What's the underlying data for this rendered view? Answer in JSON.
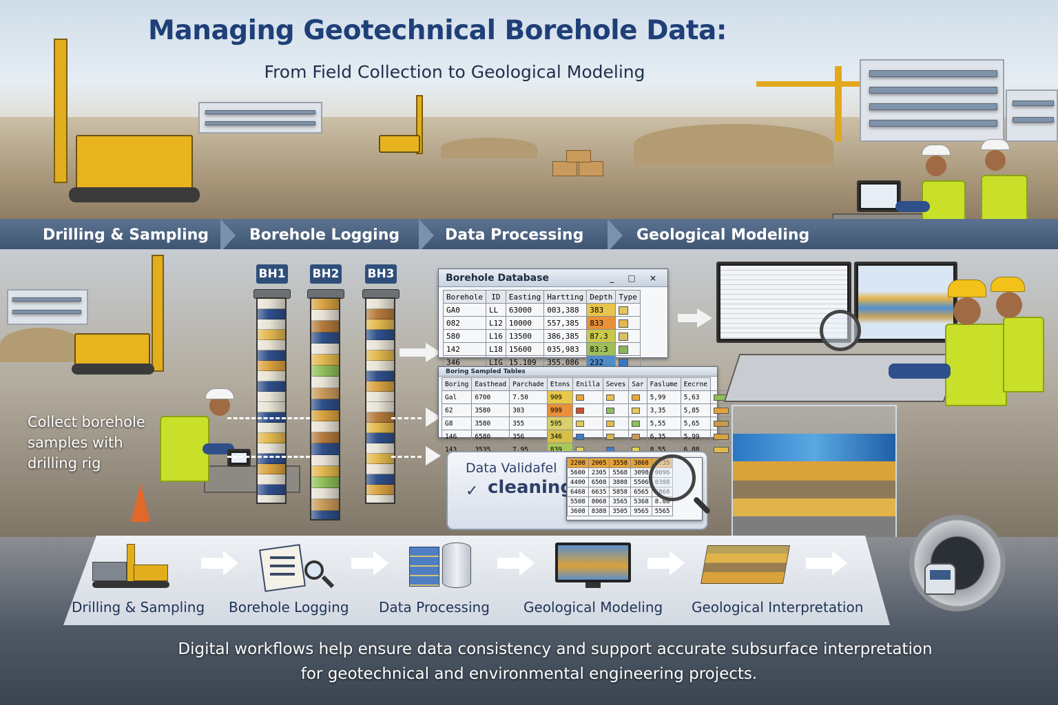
{
  "header": {
    "title": "Managing Geotechnical Borehole Data:",
    "subtitle": "From Field Collection to Geological Modeling"
  },
  "stages": [
    {
      "label": "Drilling & Sampling"
    },
    {
      "label": "Borehole Logging"
    },
    {
      "label": "Data Processing"
    },
    {
      "label": "Geological Modeling"
    }
  ],
  "field_caption": "Collect borehole samples with drilling rig",
  "boreholes": [
    {
      "label": "BH1"
    },
    {
      "label": "BH2"
    },
    {
      "label": "BH3"
    }
  ],
  "database_window": {
    "title": "Borehole Database",
    "controls": "_ □ ×",
    "headers": [
      "Borehole",
      "ID",
      "Easting",
      "Hartting",
      "Depth",
      "Type"
    ],
    "rows": [
      [
        "GA0",
        "LL",
        "63000",
        "003,388",
        "383",
        ""
      ],
      [
        "082",
        "L12",
        "10000",
        "557,385",
        "833",
        ""
      ],
      [
        "580",
        "L16",
        "13500",
        "386,385",
        "87.3",
        ""
      ],
      [
        "142",
        "L18",
        "15600",
        "035,983",
        "83.3",
        ""
      ],
      [
        "346",
        "LIG",
        "15.109",
        "355.086",
        "232",
        ""
      ]
    ],
    "depth_colors": [
      "#e7c44a",
      "#e8903a",
      "#c9c84a",
      "#9fbf5a",
      "#4f8cc9"
    ],
    "type_colors": [
      "#e5c55a",
      "#e3b84e",
      "#d9c063",
      "#8bb75a",
      "#3a78c2"
    ]
  },
  "samples_window": {
    "title": "Boring Sampled Tables",
    "headers": [
      "Boring",
      "Easthead",
      "Parchade",
      "Etons",
      "Enilla",
      "Seves",
      "Sar",
      "Faslume",
      "Eecrne"
    ],
    "rows": [
      [
        "Gal",
        "6700",
        "7.50",
        "909",
        "",
        "",
        "",
        "5,99",
        "5,63"
      ],
      [
        "62",
        "3580",
        "303",
        "999",
        "",
        "",
        "",
        "3,35",
        "5,85"
      ],
      [
        "G8",
        "3580",
        "355",
        "595",
        "",
        "",
        "",
        "5,55",
        "5,65"
      ],
      [
        "146",
        "6580",
        "356",
        "346",
        "",
        "",
        "",
        "6,35",
        "5,99"
      ],
      [
        "143",
        "3535",
        "7.95",
        "839",
        "",
        "",
        "",
        "8,55",
        "6,88"
      ]
    ],
    "etons_colors": [
      "#e8c94a",
      "#e8903a",
      "#d8d06a",
      "#d4c04a",
      "#a9c85a"
    ],
    "enilla_colors": [
      "#e8a63a",
      "#c8532a",
      "#e3c85a",
      "#3b7fcb",
      "#e2d35a"
    ],
    "seves_colors": [
      "#e7c14a",
      "#8fbf5a",
      "#e2c04a",
      "#d4b84a",
      "#3b7fcb"
    ],
    "sar_colors": [
      "#e8a63a",
      "#e3c85a",
      "#8fbf5a",
      "#c89a5a",
      "#e2d35a"
    ],
    "side_colors": [
      "#8fbf5a",
      "#e6a23a",
      "#c79a4a",
      "#d9a240",
      "#e5b84a"
    ]
  },
  "validation": {
    "line1": "Data Validafel",
    "line2": "cleaning",
    "rows": [
      [
        "2208",
        "2005",
        "3558",
        "3868",
        "4.35"
      ],
      [
        "5600",
        "2305",
        "5568",
        "3098",
        "0096"
      ],
      [
        "4400",
        "6508",
        "3808",
        "5506",
        "0308"
      ],
      [
        "6468",
        "6635",
        "5858",
        "6565",
        "5868"
      ],
      [
        "5508",
        "8068",
        "3565",
        "5368",
        "8.08"
      ],
      [
        "3608",
        "8388",
        "3505",
        "9565",
        "5565"
      ]
    ]
  },
  "workflow": [
    {
      "label": "Drilling & Sampling",
      "icon": "drilling-rig-icon"
    },
    {
      "label": "Borehole Logging",
      "icon": "clipboard-magnifier-icon"
    },
    {
      "label": "Data Processing",
      "icon": "database-icon"
    },
    {
      "label": "Geological Modeling",
      "icon": "monitor-model-icon"
    },
    {
      "label": "Geological Interpretation",
      "icon": "geology-block-icon"
    }
  ],
  "footer": {
    "line1": "Digital workflows help ensure data consistency and support accurate subsurface interpretation",
    "line2": "for geotechnical and environmental engineering projects."
  },
  "colors": {
    "title": "#1f3f78",
    "banner": "#3c5370",
    "accent_yellow": "#e2ae1d",
    "vest": "#c9e02a"
  }
}
